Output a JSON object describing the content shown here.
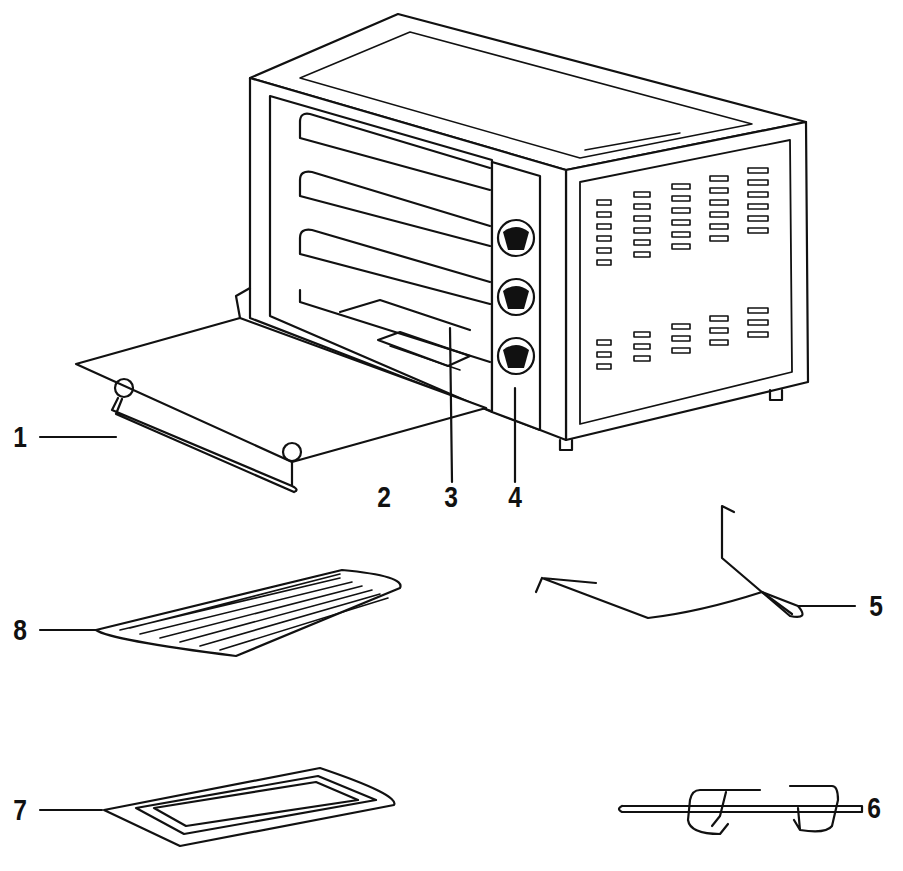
{
  "diagram": {
    "labels": [
      "1",
      "2",
      "3",
      "4",
      "5",
      "8",
      "7",
      "6"
    ]
  }
}
